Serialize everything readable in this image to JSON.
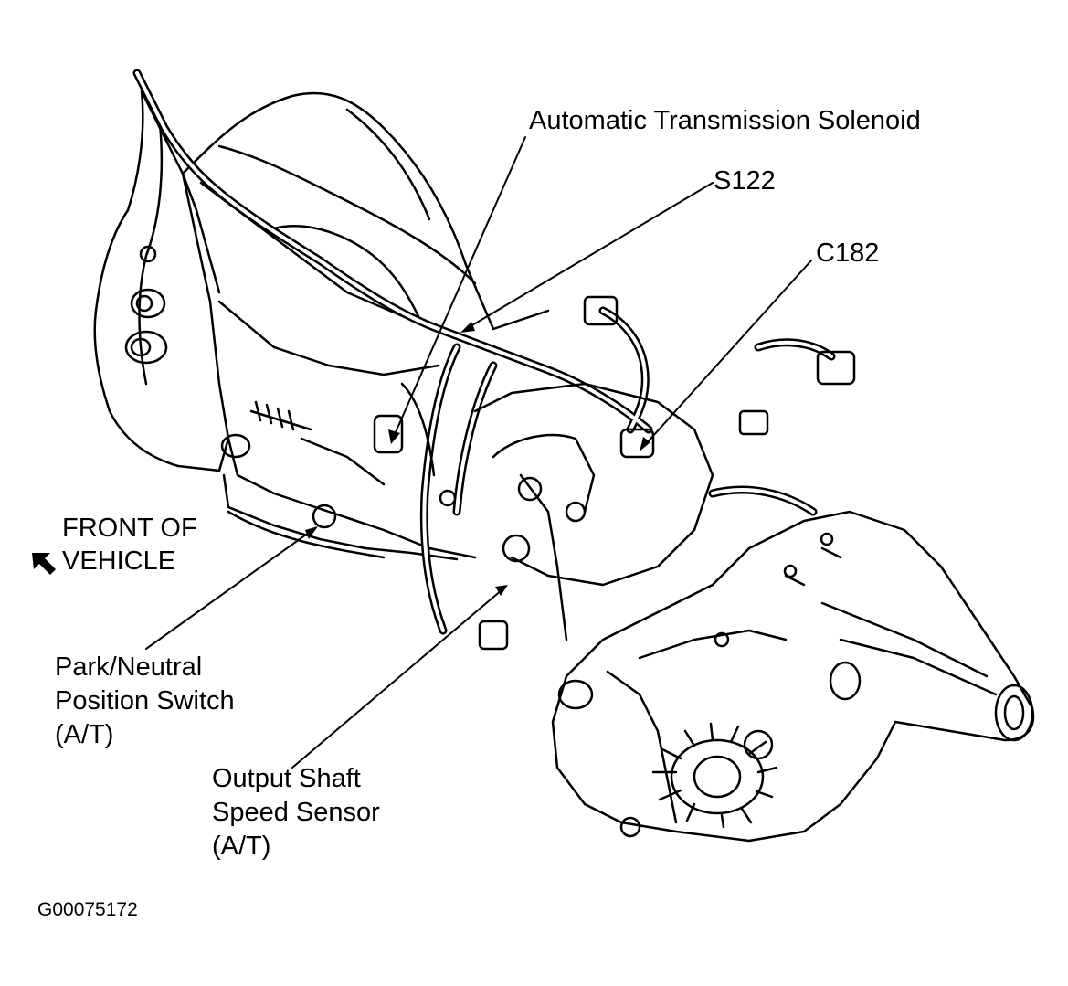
{
  "labels": {
    "solenoid": "Automatic Transmission Solenoid",
    "s122": "S122",
    "c182": "C182",
    "front_line1": "FRONT OF",
    "front_line2": "VEHICLE",
    "park_line1": "Park/Neutral",
    "park_line2": "Position Switch",
    "park_line3": "(A/T)",
    "output_line1": "Output Shaft",
    "output_line2": "Speed Sensor",
    "output_line3": "(A/T)"
  },
  "figure_id": "G00075172"
}
